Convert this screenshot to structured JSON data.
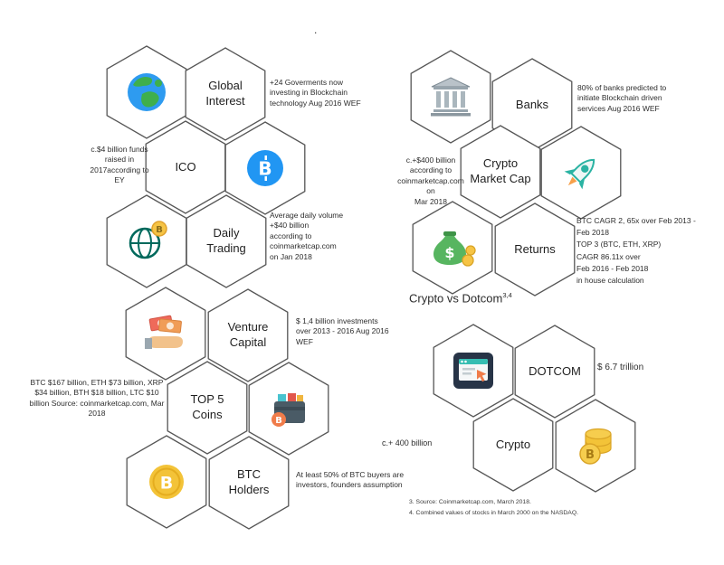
{
  "page": {
    "stray_dot": "."
  },
  "colors": {
    "hex_outline": "#565656",
    "accent_blue": "#2196f3",
    "accent_teal": "#2bb3a3",
    "accent_gold": "#f3c338",
    "accent_green": "#57b560",
    "accent_orange": "#f07c4a",
    "accent_navy": "#273447"
  },
  "icons": {
    "earth": "earth-globe-icon",
    "bitcoin_blue": "bitcoin-circle-icon",
    "globe_coin": "globe-with-coin-icon",
    "bank": "bank-building-icon",
    "rocket": "rocket-icon",
    "money_bag": "money-bag-icon",
    "hand_money": "hand-with-cash-icon",
    "wallet": "wallet-with-cards-icon",
    "bitcoin_gold": "bitcoin-gold-coin-icon",
    "website": "browser-window-cursor-icon",
    "coin_stack": "coin-stack-icon"
  },
  "hex_labels": {
    "global_interest": "Global Interest",
    "ico": "ICO",
    "daily_trading": "Daily Trading",
    "banks": "Banks",
    "crypto_market_cap": "Crypto Market Cap",
    "returns": "Returns",
    "venture_capital": "Venture Capital",
    "top5_coins": "TOP 5 Coins",
    "btc_holders": "BTC Holders",
    "dotcom": "DOTCOM",
    "crypto": "Crypto"
  },
  "notes": {
    "governments": "+24 Goverments now\ninvesting in Blockchain\ntechnology Aug 2016 WEF",
    "ico_funds": "c.$4 billion funds\nraised in\n2017according to\nEY",
    "daily_volume": "Average daily volume\n+$40 billion\naccording to\ncoinmarketcap.com\non Jan 2018",
    "banks_services": "80% of banks predicted to\ninitiate Blockchain driven\nservices Aug 2016 WEF",
    "market_cap": "c.+$400 billion\naccording to\ncoinmarketcap.com on\nMar 2018",
    "returns_detail": "BTC CAGR 2, 65x over Feb 2013 -\nFeb 2018\nTOP 3 (BTC, ETH, XRP)\nCAGR 86.11x over\nFeb 2016 - Feb 2018\nin house calculation",
    "vc_investments": "$ 1,4 billion investments\nover 2013 - 2016 Aug 2016\nWEF",
    "top5_values": "BTC $167 billion, ETH $73 billion, XRP\n$34 billion, BTH $18 billion, LTC $10\nbillion Source: coinmarketcap.com, Mar\n2018",
    "btc_buyers": "At least 50% of BTC buyers are\ninvestors, founders assumption",
    "dotcom_value": "$ 6.7 trillion",
    "crypto_value": "c.+ 400 billion"
  },
  "headings": {
    "crypto_vs_dotcom": "Crypto vs Dotcom",
    "footnote_marks": "3,4"
  },
  "footnotes": {
    "text": "3. Source: Coinmarketcap.com, March 2018.\n4. Combined values of stocks in March 2000 on the NASDAQ."
  }
}
